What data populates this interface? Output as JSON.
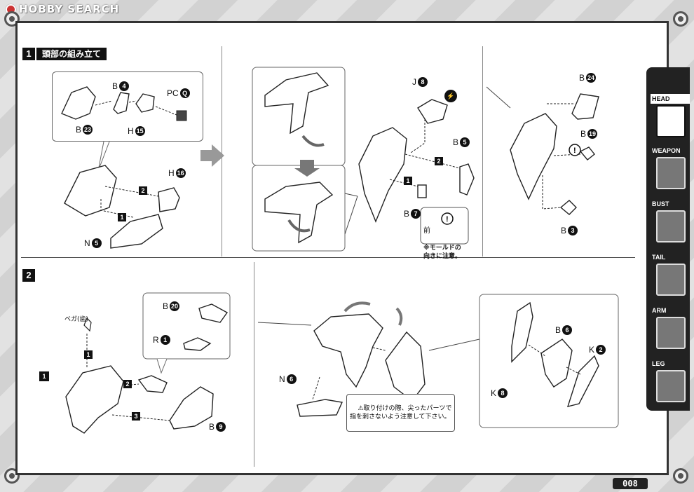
{
  "header": {
    "brand": "HOBBY SEARCH"
  },
  "step1": {
    "number": "1",
    "title": "頭部の組み立て",
    "detail_box": {
      "b23": {
        "letter": "B",
        "num": "23"
      },
      "b4": {
        "letter": "B",
        "num": "4"
      },
      "pcq": {
        "letter": "PC",
        "num": "Q"
      },
      "h15": {
        "letter": "H",
        "num": "15"
      }
    },
    "h16": {
      "letter": "H",
      "num": "16"
    },
    "n5": {
      "letter": "N",
      "num": "5"
    },
    "seq_2": "2",
    "seq_1": "1"
  },
  "step1_mid": {
    "j8": {
      "letter": "J",
      "num": "8"
    },
    "b5": {
      "letter": "B",
      "num": "5"
    },
    "b7": {
      "letter": "B",
      "num": "7"
    },
    "seq_2": "2",
    "seq_1": "1",
    "front_label": "前",
    "mold_note": "※モールドの\n向きに注意。"
  },
  "step1_right": {
    "b24": {
      "letter": "B",
      "num": "24"
    },
    "b19": {
      "letter": "B",
      "num": "19"
    },
    "b3": {
      "letter": "B",
      "num": "3"
    }
  },
  "step2": {
    "number": "2",
    "b20": {
      "letter": "B",
      "num": "20"
    },
    "r1": {
      "letter": "R",
      "num": "1"
    },
    "pilot_label": "ベガ(歯)",
    "ref1": "1",
    "b9": {
      "letter": "B",
      "num": "9"
    },
    "seq_1": "1",
    "seq_2": "2",
    "seq_3": "3",
    "n6": {
      "letter": "N",
      "num": "6"
    },
    "caution": "取り付けの際、尖ったパーツで\n指を刺さないよう注意して下さい。",
    "b6": {
      "letter": "B",
      "num": "6"
    },
    "k2": {
      "letter": "K",
      "num": "2"
    },
    "k8": {
      "letter": "K",
      "num": "8"
    }
  },
  "sidebar": {
    "tabs": [
      {
        "label": "HEAD",
        "active": true
      },
      {
        "label": "WEAPON",
        "active": false
      },
      {
        "label": "BUST",
        "active": false
      },
      {
        "label": "TAIL",
        "active": false
      },
      {
        "label": "ARM",
        "active": false
      },
      {
        "label": "LEG",
        "active": false
      }
    ]
  },
  "footer": {
    "page": "008"
  }
}
